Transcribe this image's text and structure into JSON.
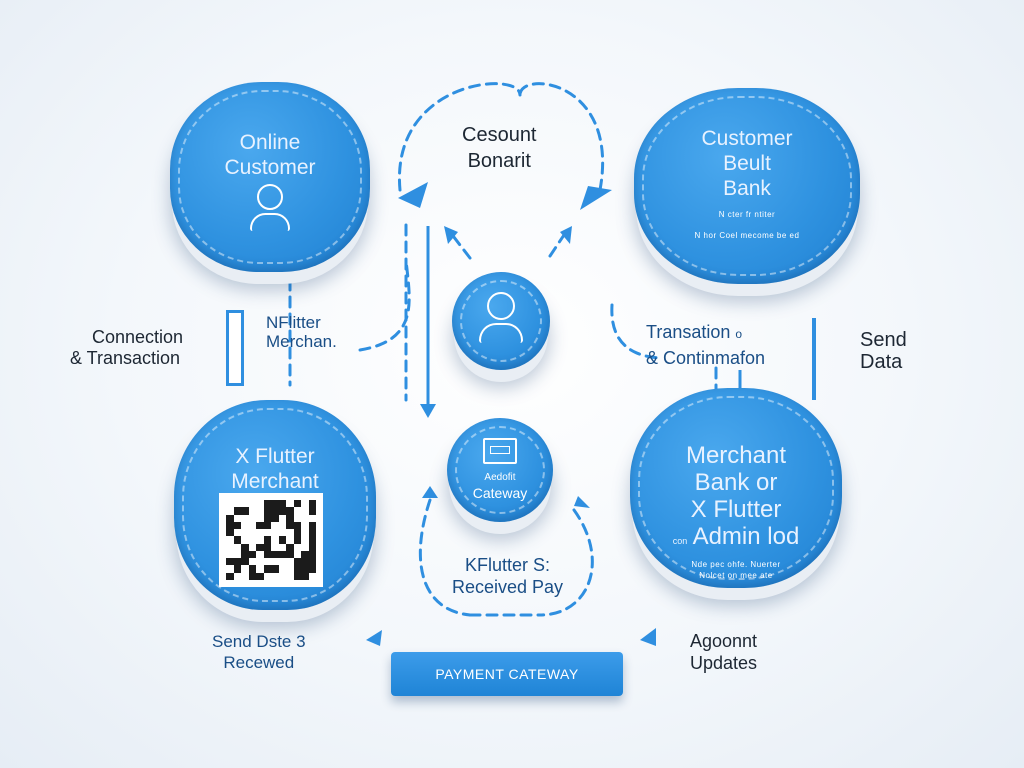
{
  "nodes": {
    "online_customer": {
      "line1": "Online",
      "line2": "Customer",
      "icon": "person-icon"
    },
    "customer_bank": {
      "line1": "Customer",
      "line2": "Beult",
      "line3": "Bank",
      "note1": "N cter fr ntiter",
      "note2": "N hor Coel mecome be ed"
    },
    "flutter_merchant": {
      "line1": "X Flutter",
      "line2": "Merchant",
      "icon": "qr-code-icon"
    },
    "merchant_bank": {
      "line1": "Merchant",
      "line2": "Bank or",
      "line3": "X Flutter",
      "line4": "Admin lod",
      "line4_prefix": "con",
      "note1": "Nde pec ohfe. Nuerter",
      "note2": "Nolcet on mee ate"
    },
    "center_top": {
      "icon": "person-icon"
    },
    "center_gateway": {
      "line1": "Aedofit",
      "line2": "Cateway",
      "icon": "screen-icon"
    }
  },
  "labels": {
    "top_center_1": "Cesount",
    "top_center_2": "Bonarit",
    "connection_1": "Connection",
    "connection_2": "& Transaction",
    "nflutter_1": "NFlitter",
    "nflutter_2": "Merchan.",
    "transaction_1": "Transation",
    "transaction_1_suffix": "o",
    "transaction_2": "& Continmafon",
    "send_data_1": "Send",
    "send_data_2": "Data",
    "received_1": "KFlutter S:",
    "received_2": "Received Pay",
    "send_date_1": "Send Dste 3",
    "send_date_2": "Recewed",
    "account_1": "Agoonnt",
    "account_2": "Updates"
  },
  "bottom_bar": {
    "label": "PAYMENT CATEWAY"
  },
  "colors": {
    "accent": "#2f92e0",
    "accent_dark": "#1f7fd0",
    "line": "#2f8fe0",
    "text": "#1d2733"
  }
}
